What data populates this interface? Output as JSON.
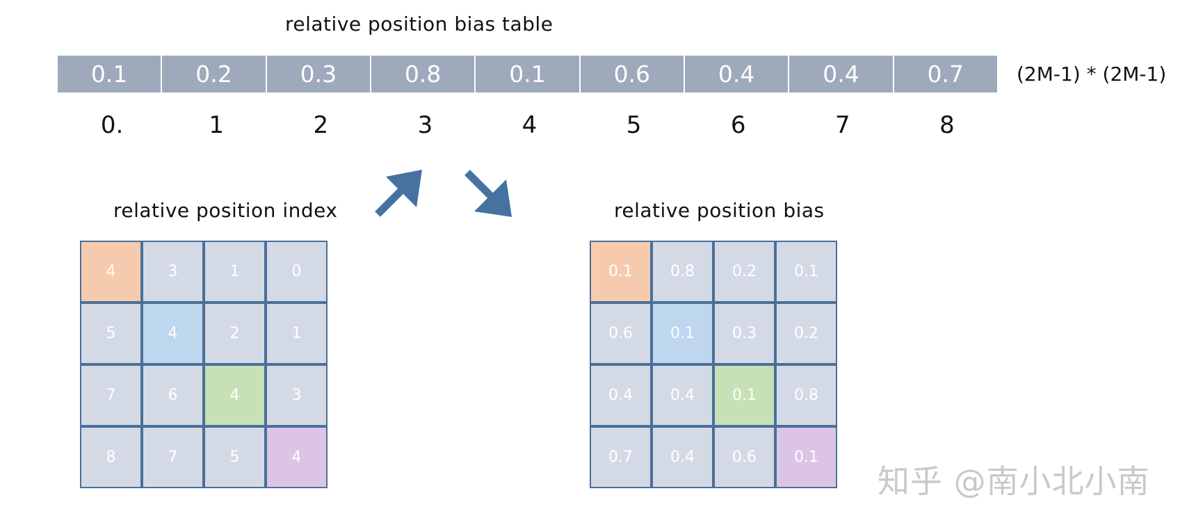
{
  "titles": {
    "table": "relative position bias table",
    "index": "relative position index",
    "bias": "relative position bias"
  },
  "bias_table": {
    "values": [
      "0.1",
      "0.2",
      "0.3",
      "0.8",
      "0.1",
      "0.6",
      "0.4",
      "0.4",
      "0.7"
    ],
    "indices": [
      "0.",
      "1",
      "2",
      "3",
      "4",
      "5",
      "6",
      "7",
      "8"
    ],
    "dimension_label": "(2M-1) * (2M-1)",
    "fill_color": "#9ea9bc"
  },
  "index_matrix": [
    [
      "4",
      "3",
      "1",
      "0"
    ],
    [
      "5",
      "4",
      "2",
      "1"
    ],
    [
      "7",
      "6",
      "4",
      "3"
    ],
    [
      "8",
      "7",
      "5",
      "4"
    ]
  ],
  "bias_matrix": [
    [
      "0.1",
      "0.8",
      "0.2",
      "0.1"
    ],
    [
      "0.6",
      "0.1",
      "0.3",
      "0.2"
    ],
    [
      "0.4",
      "0.4",
      "0.1",
      "0.8"
    ],
    [
      "0.7",
      "0.4",
      "0.6",
      "0.1"
    ]
  ],
  "colors": {
    "cell_default": "#d4dae5",
    "cell_border": "#4a6f98",
    "diag": [
      "#f6cbad",
      "#bed6ee",
      "#c7e1b6",
      "#dcc4e6"
    ],
    "arrow": "#46729f"
  },
  "watermark": "知乎 @南小北小南"
}
